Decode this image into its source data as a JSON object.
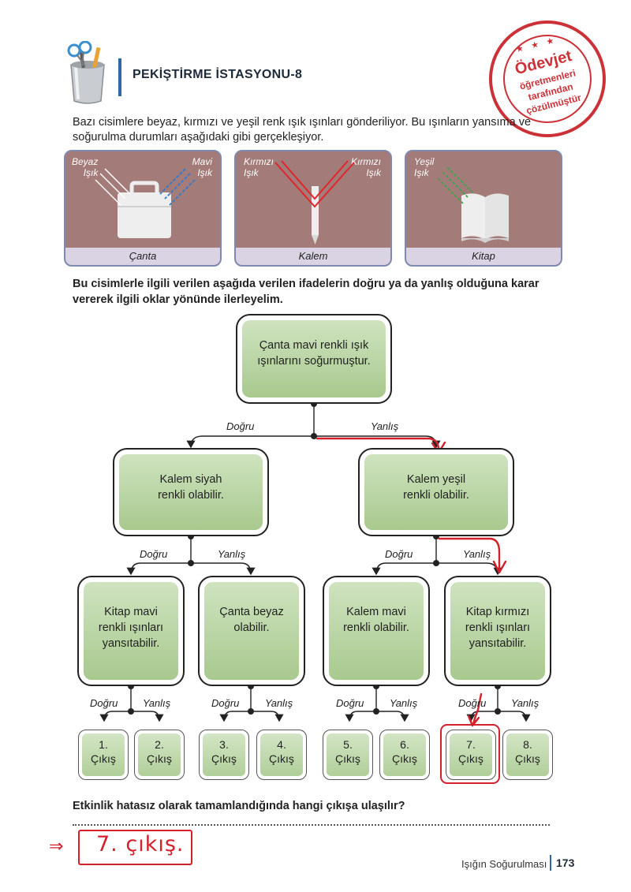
{
  "header": {
    "title": "PEKİŞTİRME İSTASYONU-8"
  },
  "stamp": {
    "line1": "Ödevjet",
    "line2": "öğretmenleri",
    "line3": "tarafından",
    "line4": "çözülmüştür"
  },
  "intro": "Bazı cisimlere beyaz, kırmızı ve yeşil renk ışık ışınları gönderiliyor. Bu ışınların yansıma ve soğurulma durumları aşağıdaki gibi gerçekleşiyor.",
  "panels": [
    {
      "caption": "Çanta",
      "labels": [
        "Beyaz\nIşık",
        "Mavi\nIşık"
      ]
    },
    {
      "caption": "Kalem",
      "labels": [
        "Kırmızı\nIşık",
        "Kırmızı\nIşık"
      ]
    },
    {
      "caption": "Kitap",
      "labels": [
        "Yeşil\nIşık"
      ]
    }
  ],
  "question": "Bu cisimlerle ilgili verilen aşağıda verilen ifadelerin doğru ya da yanlış olduğuna karar vererek ilgili oklar yönünde ilerleyelim.",
  "flow": {
    "root": "Çanta mavi renkli ışık ışınlarını soğurmuştur.",
    "left": "Kalem siyah renkli olabilir.",
    "right": "Kalem yeşil renkli olabilir.",
    "l1": "Kitap mavi renkli ışınları yansıtabilir.",
    "l2": "Çanta beyaz olabilir.",
    "r1": "Kalem mavi renkli olabilir.",
    "r2": "Kitap kırmızı renkli ışınları yansıtabilir.",
    "true_label": "Doğru",
    "false_label": "Yanlış",
    "exits": [
      "1.\nÇıkış",
      "2.\nÇıkış",
      "3.\nÇıkış",
      "4.\nÇıkış",
      "5.\nÇıkış",
      "6.\nÇıkış",
      "7.\nÇıkış",
      "8.\nÇıkış"
    ],
    "highlighted_exit": 7
  },
  "final_question": "Etkinlik hatasız olarak tamamlandığında hangi çıkışa ulaşılır?",
  "answer": "7. çıkış.",
  "answer_arrow": "⇒",
  "footer": {
    "topic": "Işığın Soğurulması",
    "page": "173"
  },
  "colors": {
    "accent": "#2d6aa3",
    "ink_red": "#d4202b",
    "box_green": "#b7d3a0",
    "panel_bg": "#a37b78"
  }
}
